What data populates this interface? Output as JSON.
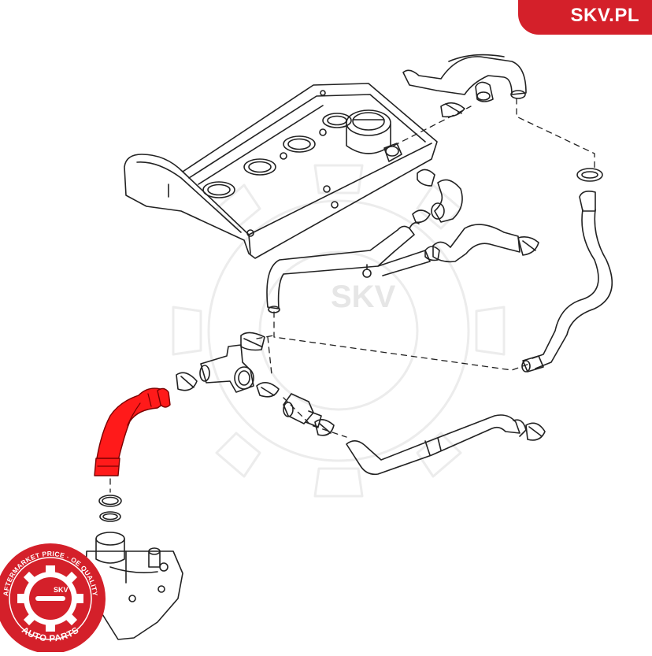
{
  "brand": {
    "site_label": "SKV.PL",
    "accent_color": "#d4202a"
  },
  "watermark": {
    "text": "SKV"
  },
  "seal": {
    "ring_text": "AFTERMARKET PRICE · OE QUALITY",
    "bottom_text": "AUTO PARTS",
    "center_text": "SKV"
  },
  "diagram": {
    "line_color": "#222222",
    "highlight_color": "#ff1a1a",
    "icons": [
      "gear-watermark-icon",
      "gear-seal-icon"
    ]
  }
}
